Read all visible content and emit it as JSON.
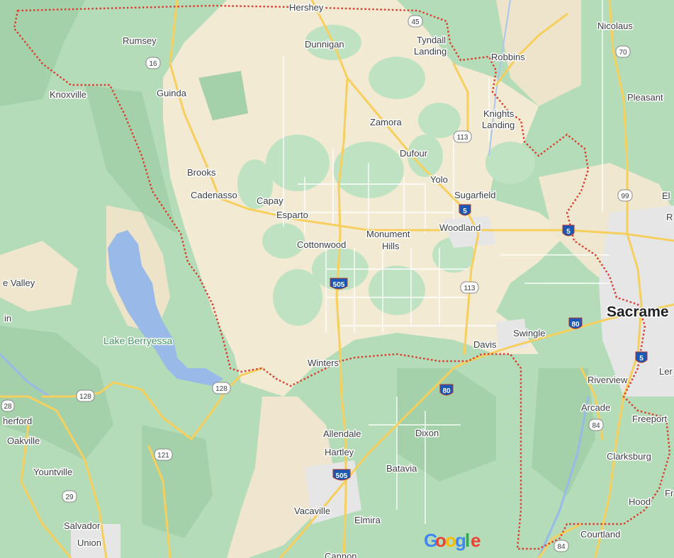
{
  "map": {
    "labels": {
      "hershey": "Hershey",
      "rumsey": "Rumsey",
      "dunnigan": "Dunnigan",
      "tyndall_landing_1": "Tyndall",
      "tyndall_landing_2": "Landing",
      "robbins": "Robbins",
      "nicolaus": "Nicolaus",
      "pleasant": "Pleasant",
      "knoxville": "Knoxville",
      "guinda": "Guinda",
      "zamora": "Zamora",
      "knights_landing_1": "Knights",
      "knights_landing_2": "Landing",
      "dufour": "Dufour",
      "brooks": "Brooks",
      "yolo": "Yolo",
      "cadenasso": "Cadenasso",
      "capay": "Capay",
      "sugarfield": "Sugarfield",
      "el_partial": "El",
      "r_partial": "R",
      "esparto": "Esparto",
      "woodland": "Woodland",
      "monument_hills_1": "Monument",
      "monument_hills_2": "Hills",
      "cottonwood": "Cottonwood",
      "valley_partial": "e Valley",
      "in_partial": "in",
      "sacramento_partial": "Sacrame",
      "swingle": "Swingle",
      "lake_berryessa": "Lake Berryessa",
      "davis": "Davis",
      "winters": "Winters",
      "len_partial": "Ler",
      "riverview": "Riverview",
      "arcade": "Arcade",
      "herford_partial": "herford",
      "freeport": "Freeport",
      "allendale": "Allendale",
      "dixon": "Dixon",
      "oakville": "Oakville",
      "hartley": "Hartley",
      "clarksburg": "Clarksburg",
      "batavia": "Batavia",
      "yountville": "Yountville",
      "hood": "Hood",
      "fr_partial": "Fr",
      "vacaville": "Vacaville",
      "elmira": "Elmira",
      "salvador": "Salvador",
      "courtland": "Courtland",
      "union": "Union",
      "cannon": "Cannon"
    },
    "shields": {
      "r45": "45",
      "r70": "70",
      "r16": "16",
      "r113a": "113",
      "r99": "99",
      "i5a": "5",
      "i5b": "5",
      "i505a": "505",
      "r113b": "113",
      "i80a": "80",
      "i5c": "5",
      "r128a": "128",
      "r128b": "128",
      "r28": "28",
      "i80b": "80",
      "r84a": "84",
      "r121": "121",
      "i505b": "505",
      "r29": "29",
      "r84b": "84"
    },
    "attribution": {
      "letters": [
        "G",
        "o",
        "o",
        "g",
        "l",
        "e"
      ]
    },
    "colors": {
      "farmland": "#f2ead3",
      "vegetation": "#bfe3c2",
      "forest": "#a8d4ad",
      "water": "#99b9e8",
      "highway": "#f6cf5c",
      "road": "#ffffff",
      "boundary": "#dd3b2f",
      "urban": "#e8e8e8"
    }
  }
}
